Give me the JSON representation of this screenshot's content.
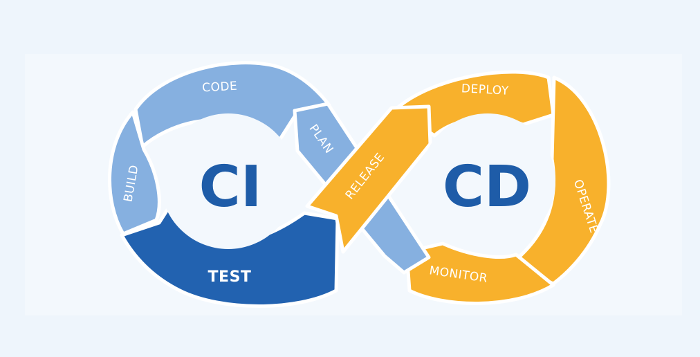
{
  "diagram": {
    "left_loop": {
      "center_label": "CI",
      "stages": {
        "code": "CODE",
        "plan": "PLAN",
        "build": "BUILD",
        "test": "TEST"
      }
    },
    "right_loop": {
      "center_label": "CD",
      "stages": {
        "release": "RELEASE",
        "deploy": "DEPLOY",
        "operate": "OPERATE",
        "monitor": "MONITOR"
      }
    }
  },
  "colors": {
    "background": "#eef5fc",
    "ci_light": "#86b0e0",
    "ci_dark": "#2262b0",
    "ci_text": "#1e5ca8",
    "cd_orange": "#f8b12c",
    "separator": "#ffffff"
  }
}
